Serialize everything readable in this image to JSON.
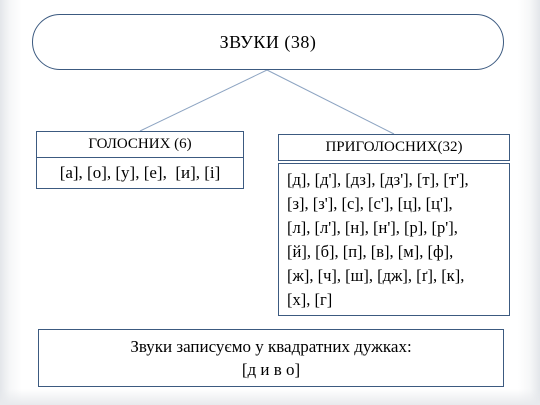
{
  "root": {
    "label": "ЗВУКИ (38)"
  },
  "vowels": {
    "header": "ГОЛОСНИХ (6)",
    "content": "[а], [о], [у], [е],  [и], [і]"
  },
  "consonants": {
    "header": "ПРИГОЛОСНИХ(32)",
    "lines": [
      "[д], [д'], [дз], [дз'], [т], [т'],",
      "[з], [з'], [с], [с'], [ц], [ц'],",
      "[л], [л'], [н], [н'], [р], [р'],",
      "[й], [б], [п], [в], [м], [ф],",
      "[ж], [ч], [ш], [дж], [ґ], [к],",
      "[х], [г]"
    ]
  },
  "note": {
    "line1": "Звуки записуємо у квадратних дужках:",
    "line2": "[д и в о]"
  },
  "colors": {
    "border": "#3c5a80",
    "connector": "#8da4c2"
  }
}
